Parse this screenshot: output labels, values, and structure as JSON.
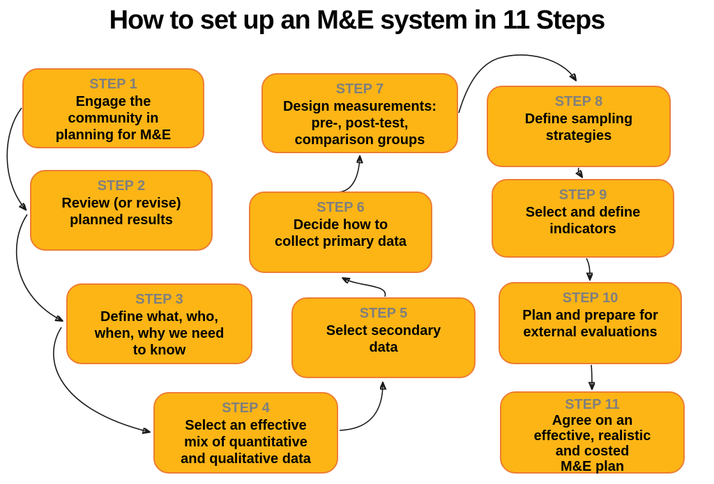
{
  "title": "How to set up an M&E system in 11 Steps",
  "colors": {
    "background": "#FFFFFF",
    "box_fill": "#FCB515",
    "box_border": "#ED7D31",
    "step_label": "#7F7F7F",
    "body_text": "#000000",
    "arrow": "#1A1A1A"
  },
  "steps": [
    {
      "label": "STEP 1",
      "text": "Engage the\ncommunity in\nplanning for M&E"
    },
    {
      "label": "STEP 2",
      "text": "Review (or revise)\nplanned results"
    },
    {
      "label": "STEP 3",
      "text": "Define what, who,\nwhen, why we need\nto know"
    },
    {
      "label": "STEP 4",
      "text": "Select an effective\nmix of quantitative\nand qualitative data"
    },
    {
      "label": "STEP 5",
      "text": "Select secondary\ndata"
    },
    {
      "label": "STEP 6",
      "text": "Decide how to\ncollect primary data"
    },
    {
      "label": "STEP 7",
      "text": "Design measurements:\npre-, post-test,\ncomparison groups"
    },
    {
      "label": "STEP 8",
      "text": "Define sampling\nstrategies"
    },
    {
      "label": "STEP 9",
      "text": "Select and define\nindicators"
    },
    {
      "label": "STEP 10",
      "text": "Plan and prepare for\nexternal evaluations"
    },
    {
      "label": "STEP 11",
      "text": "Agree on an\neffective, realistic\nand costed\nM&E plan"
    }
  ],
  "connections": [
    {
      "from": "STEP 1",
      "to": "STEP 2"
    },
    {
      "from": "STEP 2",
      "to": "STEP 3"
    },
    {
      "from": "STEP 3",
      "to": "STEP 4"
    },
    {
      "from": "STEP 4",
      "to": "STEP 5"
    },
    {
      "from": "STEP 5",
      "to": "STEP 6"
    },
    {
      "from": "STEP 6",
      "to": "STEP 7"
    },
    {
      "from": "STEP 7",
      "to": "STEP 8"
    },
    {
      "from": "STEP 8",
      "to": "STEP 9"
    },
    {
      "from": "STEP 9",
      "to": "STEP 10"
    },
    {
      "from": "STEP 10",
      "to": "STEP 11"
    }
  ]
}
